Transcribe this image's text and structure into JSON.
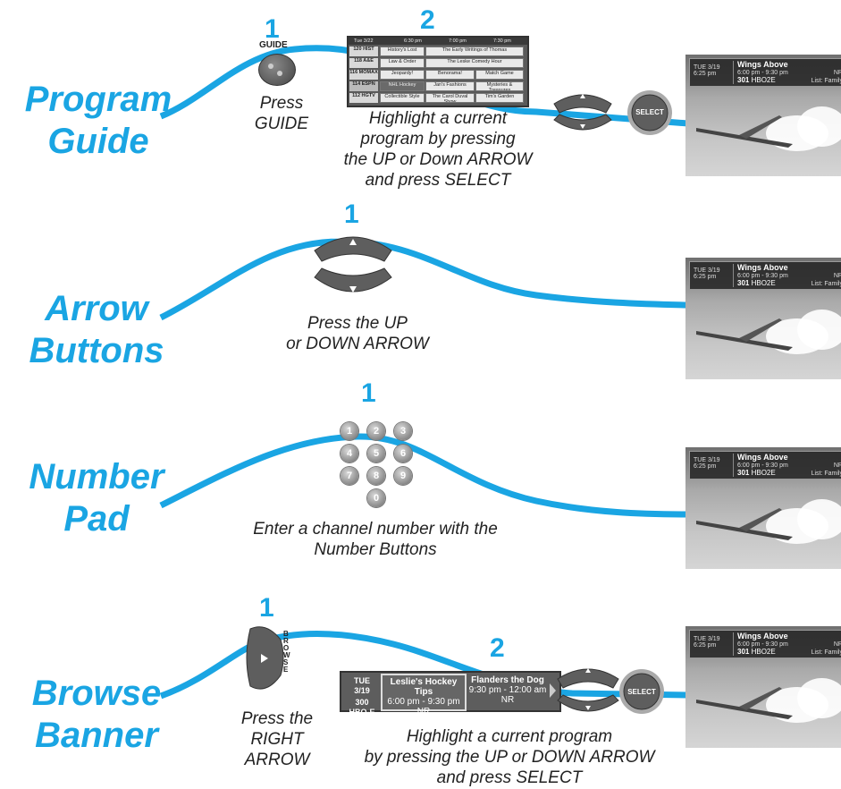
{
  "colors": {
    "accent": "#1aa5e3",
    "button": "#5e5e5e",
    "text": "#222222"
  },
  "sections": {
    "guide": {
      "title_line1": "Program",
      "title_line2": "Guide",
      "step1": "1",
      "step2": "2",
      "button_label": "GUIDE",
      "caption1_line1": "Press",
      "caption1_line2": "GUIDE",
      "caption2_lines": [
        "Highlight a current",
        "program by pressing",
        "the UP or Down ARROW",
        "and press SELECT"
      ],
      "select_label": "SELECT"
    },
    "arrow": {
      "title_line1": "Arrow",
      "title_line2": "Buttons",
      "step1": "1",
      "caption_line1": "Press the UP",
      "caption_line2": "or DOWN ARROW"
    },
    "number": {
      "title_line1": "Number",
      "title_line2": "Pad",
      "step1": "1",
      "keys": [
        "1",
        "2",
        "3",
        "4",
        "5",
        "6",
        "7",
        "8",
        "9",
        "0"
      ],
      "caption_line1": "Enter a channel number with the",
      "caption_line2": "Number Buttons"
    },
    "browse": {
      "title_line1": "Browse",
      "title_line2": "Banner",
      "step1": "1",
      "step2": "2",
      "browse_label": "BROWSE",
      "caption1_line1": "Press the",
      "caption1_line2": "RIGHT ARROW",
      "caption2_lines": [
        "Highlight a current program",
        "by pressing the UP or DOWN ARROW",
        "and press SELECT"
      ],
      "select_label": "SELECT"
    }
  },
  "guide_grid": {
    "header": [
      "Tue 3/22",
      "6:30 pm",
      "7:00 pm",
      "7:30 pm"
    ],
    "rows": [
      {
        "ch": "120 HIST",
        "cells": [
          "History's Lost",
          "The Early Writings of Thomas"
        ]
      },
      {
        "ch": "118 A&E",
        "cells": [
          "Law & Order",
          "The Leske Comedy Hour"
        ]
      },
      {
        "ch": "116 MOMAX",
        "cells": [
          "Jeopardy!",
          "Benorama!",
          "Match Game"
        ]
      },
      {
        "ch": "114 ESPN",
        "cells": [
          "NHL Hockey",
          "Jan's Fashions",
          "Mysteries & Treasures"
        ]
      },
      {
        "ch": "112 HGTV",
        "cells": [
          "Collectible Style",
          "The Carol Duval Show",
          "Tim's Garden"
        ]
      }
    ]
  },
  "browse_banner": {
    "date": "TUE 3/19",
    "channel_num": "300",
    "channel_name": "HBO-E",
    "prog1_title": "Leslie's Hockey Tips",
    "prog1_time": "6:00 pm - 9:30 pm",
    "prog1_rating": "NR",
    "prog2_title": "Flanders the Dog",
    "prog2_time": "9:30 pm - 12:00 am",
    "prog2_rating": "NR"
  },
  "tv_banner": {
    "date": "TUE 3/19",
    "time": "6:25 pm",
    "title": "Wings Above",
    "showtime": "6:00 pm - 9:30 pm",
    "channel_num": "301",
    "channel_name": "HBO2E",
    "rating": "NR",
    "list": "List: Family"
  }
}
